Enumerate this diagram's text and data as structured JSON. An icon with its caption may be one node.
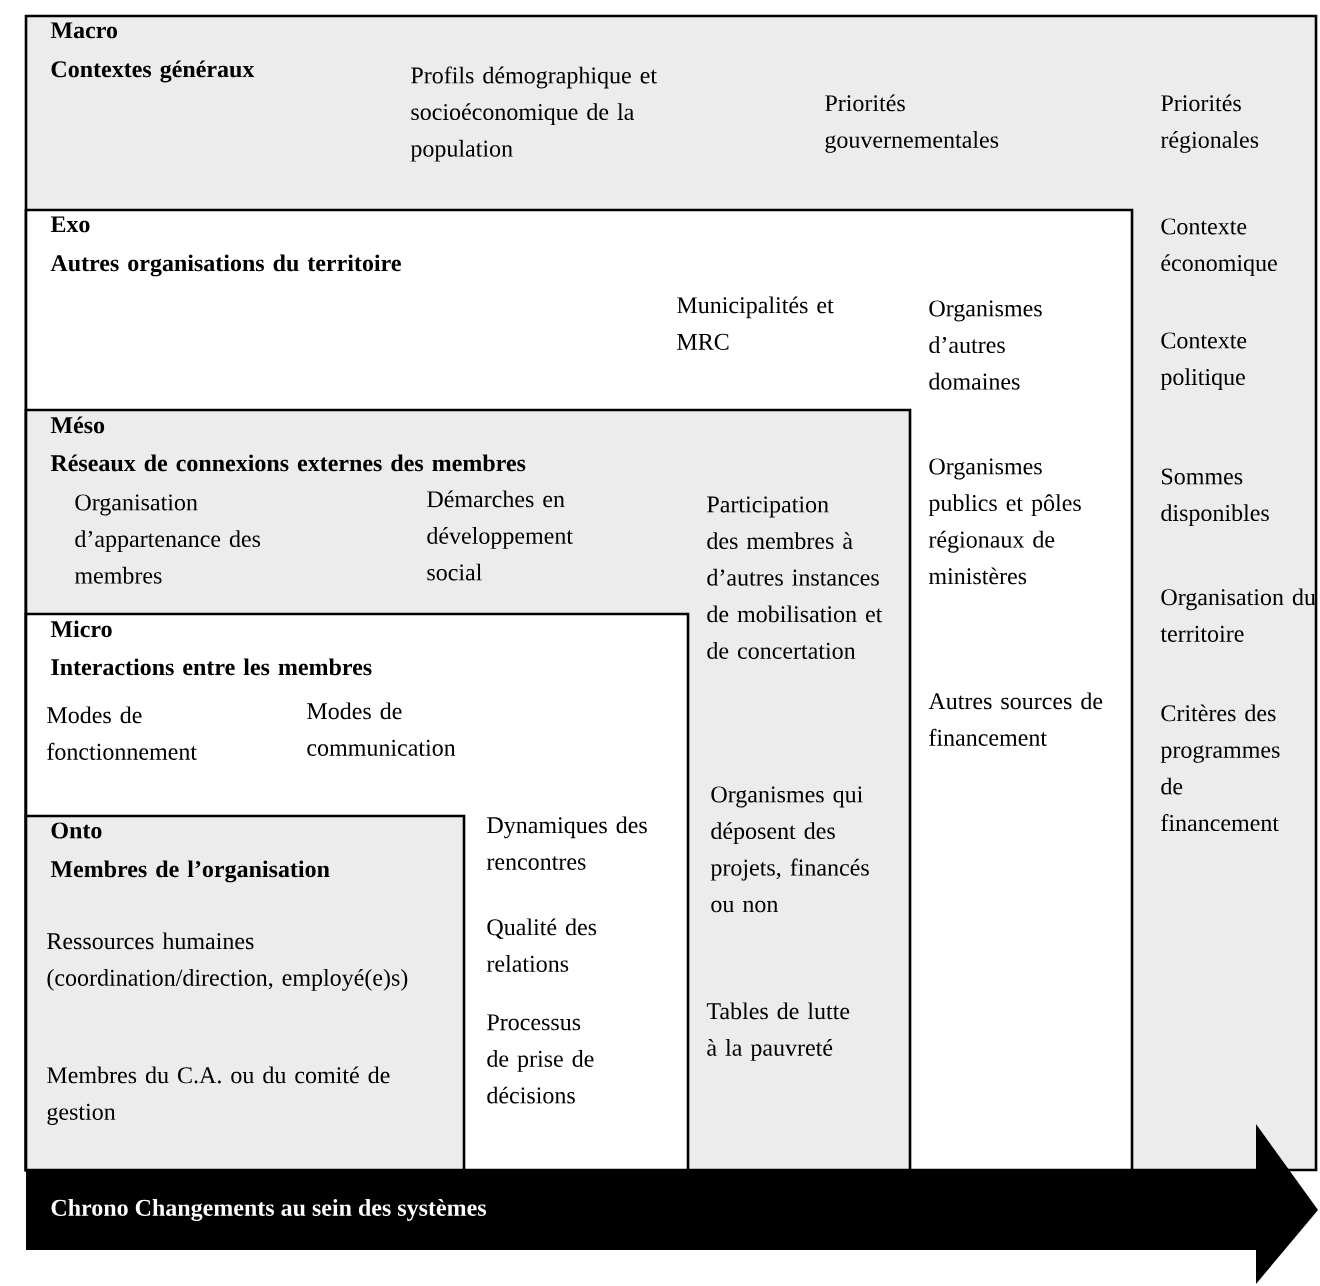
{
  "diagram": {
    "nodes": [
      {
        "text": [
          "Macro",
          "Contextes généraux",
          "Profils démographique et socioéconomique de la population",
          "Priorités gouvernementales",
          "Priorités régionales",
          "Contexte économique",
          "Contexte politique",
          "Sommes disponibles",
          "Organisation du territoire",
          "Critères des programmes de financement"
        ]
      },
      {
        "text": [
          "Exo",
          "Autres organisations du territoire",
          "Municipalités et MRC",
          "Organismes d’autres domaines",
          "Organismes publics et pôles régionaux de ministères",
          "Autres sources de financement"
        ],
        "in": 0
      },
      {
        "text": [
          "Méso",
          "Réseaux de connexions externes des membres",
          "Organisation d’appartenance des membres",
          "Démarches en développement social",
          "Participation des membres à d’autres instances de mobilisation et de concertation",
          "Organismes qui déposent des projets, financés ou non",
          "Tables de lutte à la pauvreté"
        ],
        "in": 1
      },
      {
        "text": [
          "Micro",
          "Interactions entre les membres",
          "Modes de fonctionnement",
          "Modes de communication",
          "Dynamiques des rencontres",
          "Qualité des relations",
          "Processus de prise de décisions"
        ],
        "in": 2
      },
      {
        "text": [
          "Onto",
          "Membres de l’organisation",
          "Ressources humaines (coordination/direction, employé(e)s)",
          "Membres du C.A. ou du comité de gestion"
        ],
        "in": 3
      },
      {
        "text": [
          "Chrono Changements au sein des systèmes"
        ]
      }
    ]
  }
}
